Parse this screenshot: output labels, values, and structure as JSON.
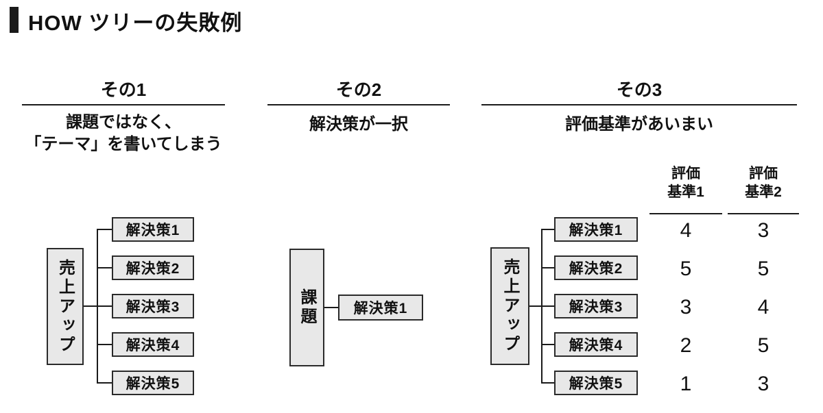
{
  "title": "HOW ツリーの失敗例",
  "sections": {
    "s1": {
      "label": "その1",
      "subtitle_line1": "課題ではなく、",
      "subtitle_line2": "「テーマ」を書いてしまう"
    },
    "s2": {
      "label": "その2",
      "subtitle": "解決策が一択"
    },
    "s3": {
      "label": "その3",
      "subtitle": "評価基準があいまい"
    }
  },
  "tree1": {
    "root": "売上アップ",
    "children": [
      "解決策1",
      "解決策2",
      "解決策3",
      "解決策4",
      "解決策5"
    ]
  },
  "tree2": {
    "root": "課題",
    "children": [
      "解決策1"
    ]
  },
  "tree3": {
    "root": "売上アップ",
    "children": [
      "解決策1",
      "解決策2",
      "解決策3",
      "解決策4",
      "解決策5"
    ],
    "criteria": [
      {
        "line1": "評価",
        "line2": "基準1"
      },
      {
        "line1": "評価",
        "line2": "基準2"
      }
    ],
    "scores": [
      [
        4,
        3
      ],
      [
        5,
        5
      ],
      [
        3,
        4
      ],
      [
        2,
        5
      ],
      [
        1,
        3
      ]
    ]
  },
  "colors": {
    "box_fill": "#e8e8e8",
    "box_border": "#2a2a2a",
    "line": "#1a1a1a",
    "text": "#111111"
  }
}
